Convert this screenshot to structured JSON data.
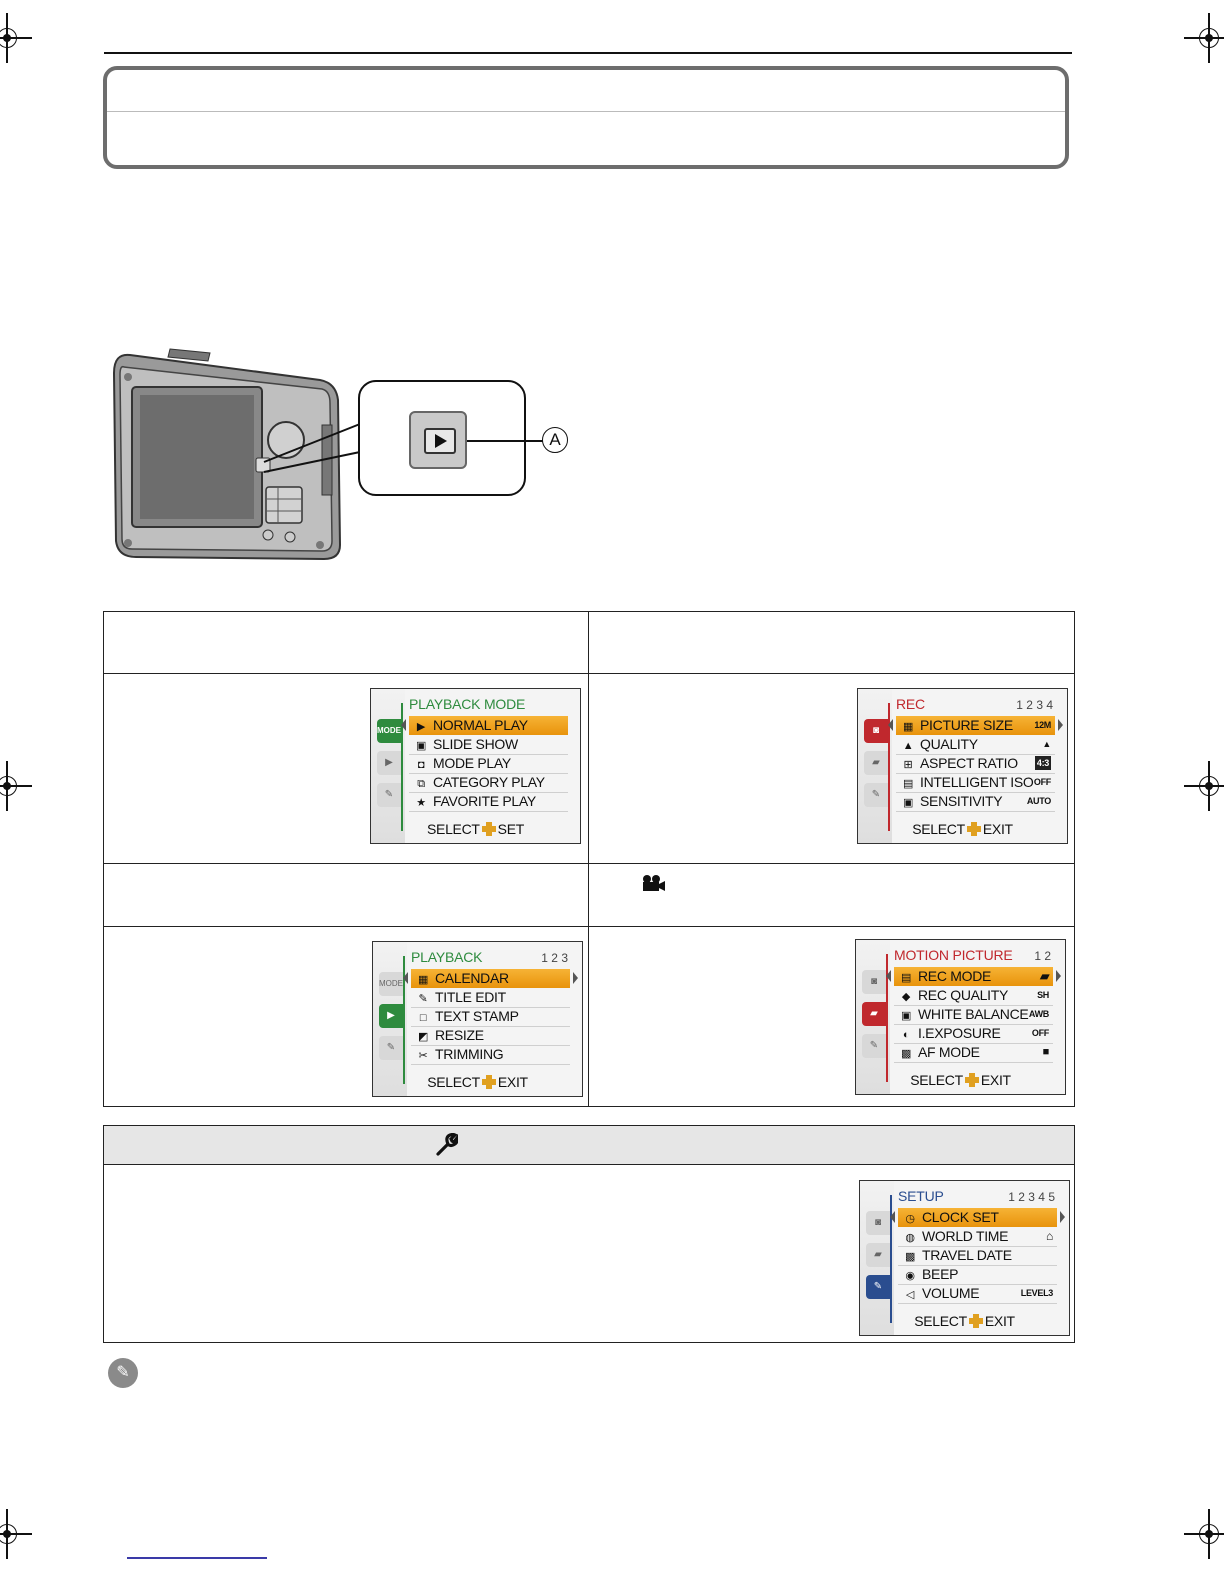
{
  "registration_marks": [
    "top-left",
    "top-right",
    "middle-left",
    "middle-right",
    "bottom-left",
    "bottom-right"
  ],
  "callout": {
    "label": "A"
  },
  "menus": {
    "playback_mode": {
      "title": "PLAYBACK MODE",
      "title_color": "#2e8b3e",
      "tabs": [
        "MODE",
        "▶",
        "wrench"
      ],
      "items": [
        {
          "icon": "play-icon",
          "label": "NORMAL PLAY",
          "selected": true
        },
        {
          "icon": "slideshow-icon",
          "label": "SLIDE SHOW"
        },
        {
          "icon": "mode-play-icon",
          "label": "MODE PLAY"
        },
        {
          "icon": "category-play-icon",
          "label": "CATEGORY PLAY"
        },
        {
          "icon": "star-icon",
          "label": "FAVORITE PLAY"
        }
      ],
      "footer_left": "SELECT",
      "footer_right": "SET"
    },
    "rec": {
      "title": "REC",
      "title_color": "#c0282d",
      "pages": "1 2 3 4",
      "items": [
        {
          "icon": "picture-size-icon",
          "label": "PICTURE SIZE",
          "value": "12M",
          "selected": true
        },
        {
          "icon": "quality-icon",
          "label": "QUALITY",
          "value": ""
        },
        {
          "icon": "aspect-ratio-icon",
          "label": "ASPECT RATIO",
          "value": "4:3"
        },
        {
          "icon": "intelligent-iso-icon",
          "label": "INTELLIGENT ISO",
          "value": "OFF"
        },
        {
          "icon": "iso-icon",
          "label": "SENSITIVITY",
          "value": "AUTO"
        }
      ],
      "footer_left": "SELECT",
      "footer_right": "EXIT"
    },
    "playback": {
      "title": "PLAYBACK",
      "title_color": "#2e8b3e",
      "pages": "1 2 3",
      "items": [
        {
          "icon": "calendar-icon",
          "label": "CALENDAR",
          "selected": true
        },
        {
          "icon": "title-edit-icon",
          "label": "TITLE EDIT"
        },
        {
          "icon": "text-stamp-icon",
          "label": "TEXT STAMP"
        },
        {
          "icon": "resize-icon",
          "label": "RESIZE"
        },
        {
          "icon": "scissors-icon",
          "label": "TRIMMING"
        }
      ],
      "footer_left": "SELECT",
      "footer_right": "EXIT"
    },
    "motion_picture": {
      "title": "MOTION PICTURE",
      "title_color": "#c0282d",
      "pages": "1 2",
      "items": [
        {
          "icon": "rec-mode-icon",
          "label": "REC MODE",
          "value": "",
          "selected": true
        },
        {
          "icon": "rec-quality-icon",
          "label": "REC QUALITY",
          "value": "SH"
        },
        {
          "icon": "wb-icon",
          "label": "WHITE BALANCE",
          "value": "AWB"
        },
        {
          "icon": "exposure-icon",
          "label": "I.EXPOSURE",
          "value": "OFF"
        },
        {
          "icon": "af-mode-icon",
          "label": "AF MODE",
          "value": "■"
        }
      ],
      "footer_left": "SELECT",
      "footer_right": "EXIT"
    },
    "setup": {
      "title": "SETUP",
      "title_color": "#2a4d8f",
      "pages": "1 2 3 4 5",
      "items": [
        {
          "icon": "clock-icon",
          "label": "CLOCK SET",
          "value": "",
          "selected": true
        },
        {
          "icon": "world-time-icon",
          "label": "WORLD TIME",
          "value": "⌂"
        },
        {
          "icon": "travel-date-icon",
          "label": "TRAVEL DATE",
          "value": ""
        },
        {
          "icon": "beep-icon",
          "label": "BEEP",
          "value": ""
        },
        {
          "icon": "volume-icon",
          "label": "VOLUME",
          "value": "LEVEL3"
        }
      ],
      "footer_left": "SELECT",
      "footer_right": "EXIT"
    }
  },
  "colors": {
    "highlight": "#f0a020",
    "rec_tab": "#c0282d",
    "playback_tab": "#2e8b3e",
    "setup_tab": "#2a4d8f"
  }
}
